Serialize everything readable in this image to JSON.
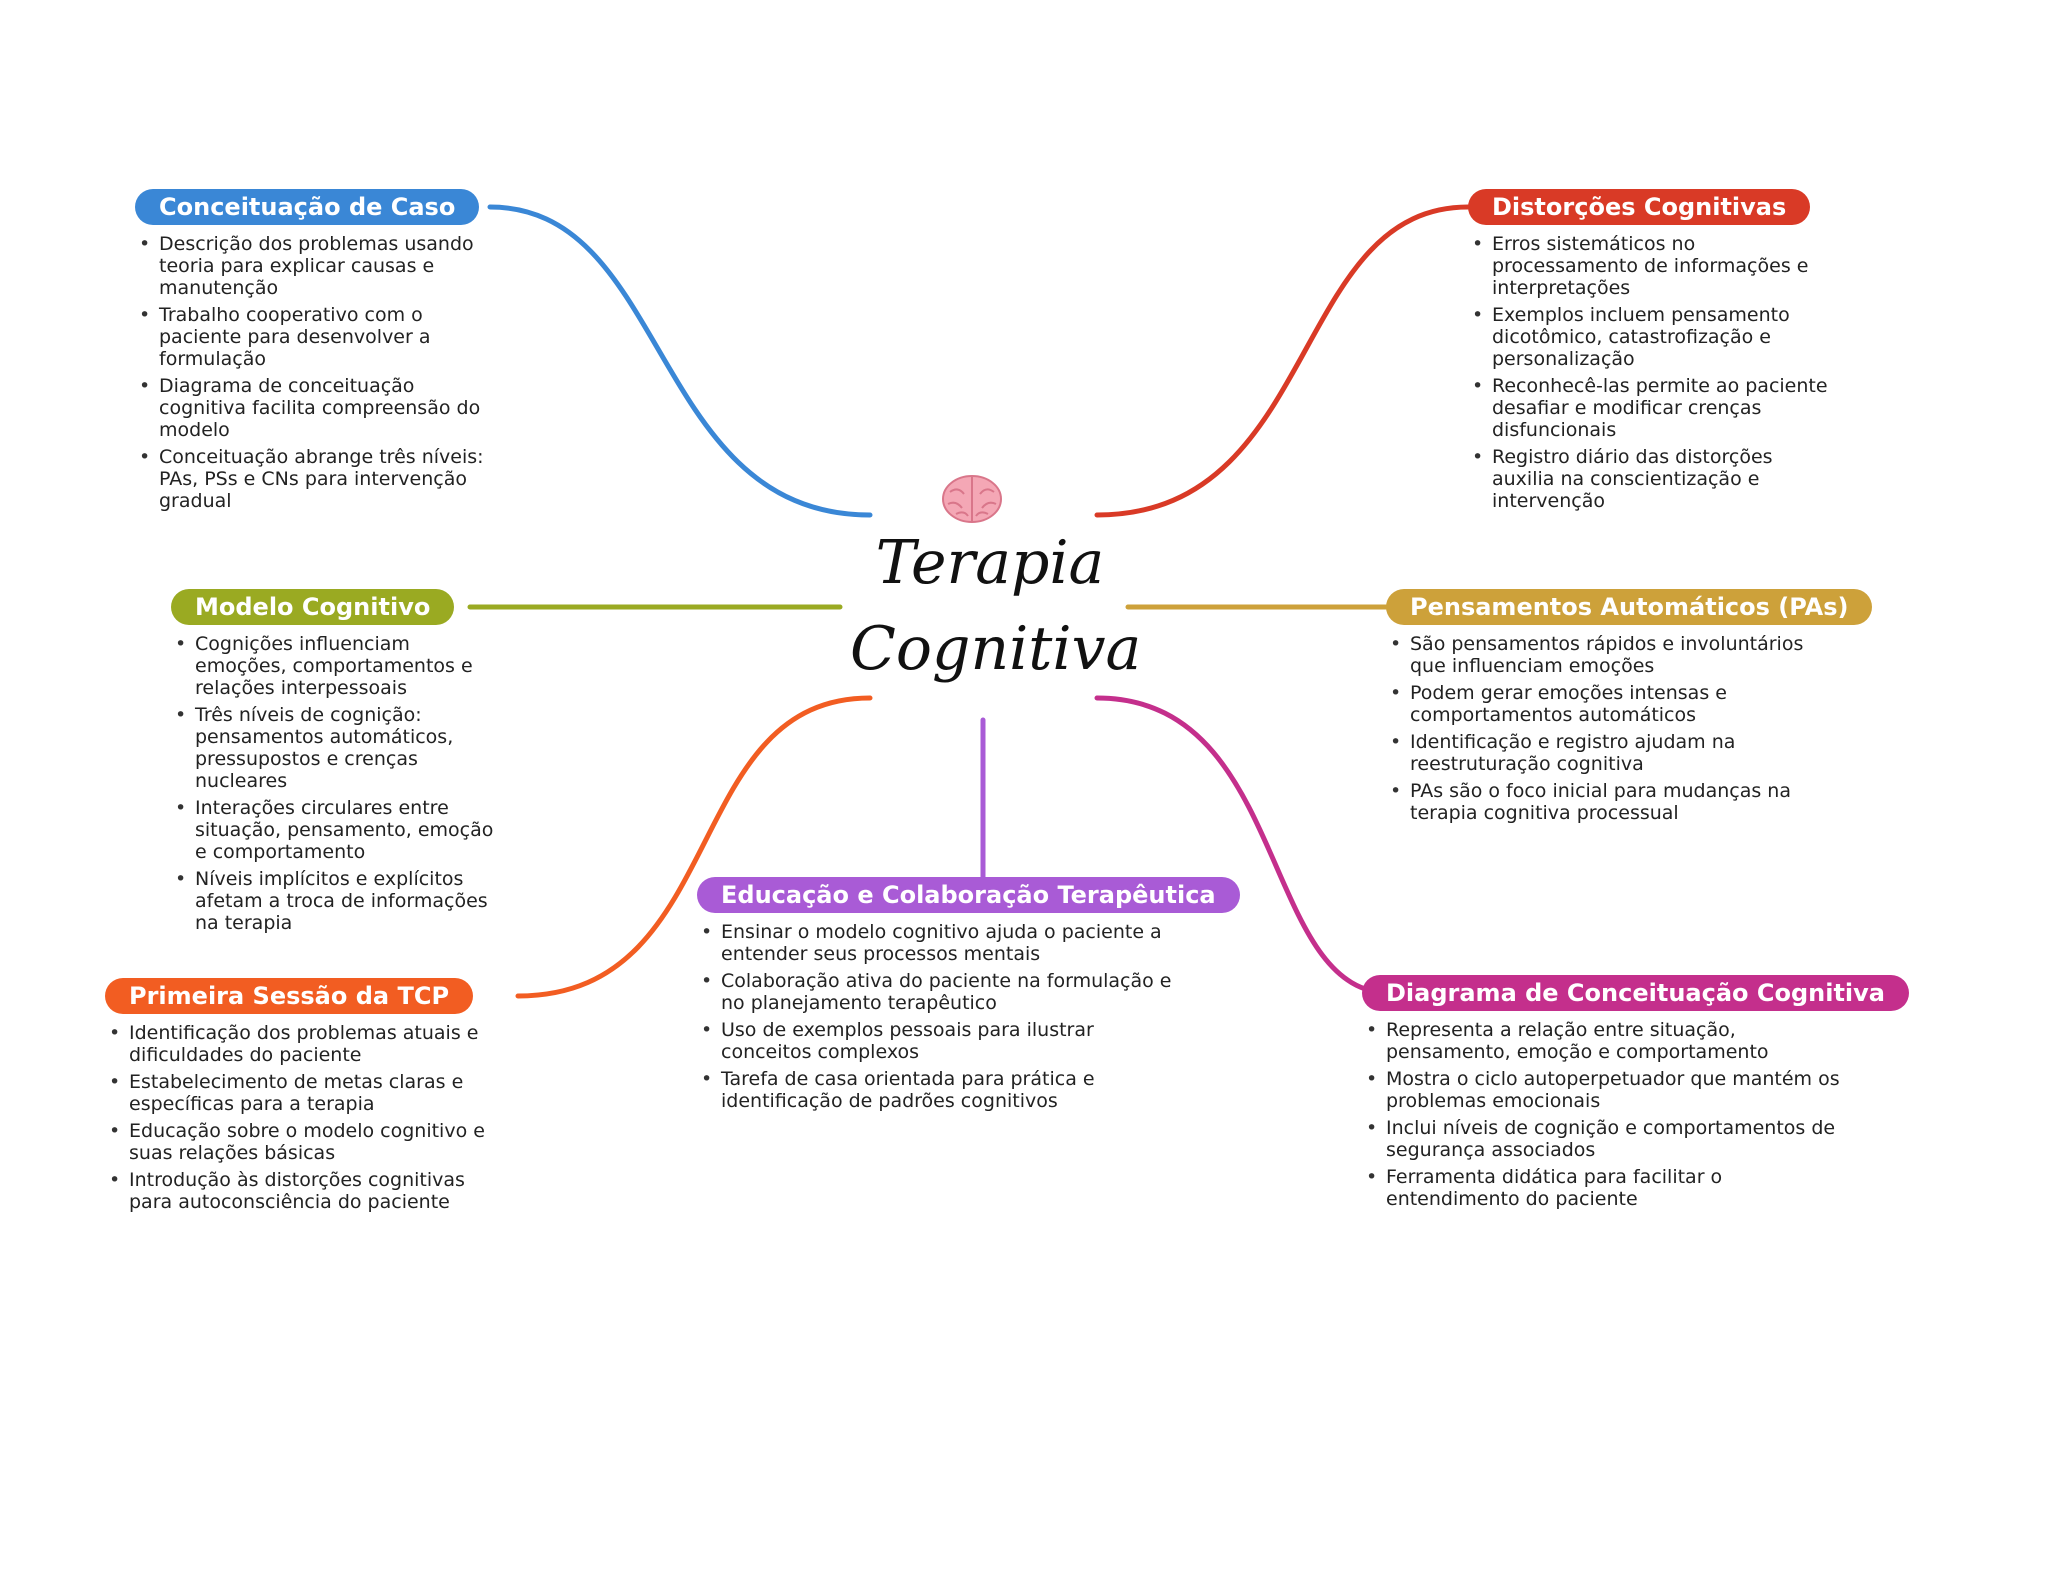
{
  "center": {
    "title_line1": "Terapia",
    "title_line2": "Cognitiva",
    "icon": "brain-icon"
  },
  "branches": [
    {
      "id": "conceituacao-de-caso",
      "title": "Conceituação de Caso",
      "color": "#3a87d6",
      "items": [
        "Descrição dos problemas usando teoria para explicar causas e manutenção",
        "Trabalho cooperativo com o paciente para desenvolver a formulação",
        "Diagrama de conceituação cognitiva facilita compreensão do modelo",
        "Conceituação abrange três níveis: PAs, PSs e CNs para intervenção gradual"
      ]
    },
    {
      "id": "distorcoes-cognitivas",
      "title": "Distorções Cognitivas",
      "color": "#d93a26",
      "items": [
        "Erros sistemáticos no processamento de informações e interpretações",
        "Exemplos incluem pensamento dicotômico, catastrofização e personalização",
        "Reconhecê-las permite ao paciente desafiar e modificar crenças disfuncionais",
        "Registro diário das distorções auxilia na conscientização e intervenção"
      ]
    },
    {
      "id": "modelo-cognitivo",
      "title": "Modelo Cognitivo",
      "color": "#9aaa22",
      "items": [
        "Cognições influenciam emoções, comportamentos e relações interpessoais",
        "Três níveis de cognição: pensamentos automáticos, pressupostos e crenças nucleares",
        "Interações circulares entre situação, pensamento, emoção e comportamento",
        "Níveis implícitos e explícitos afetam a troca de informações na terapia"
      ]
    },
    {
      "id": "pensamentos-automaticos",
      "title": "Pensamentos Automáticos (PAs)",
      "color": "#cda13a",
      "items": [
        "São pensamentos rápidos e involuntários que influenciam emoções",
        "Podem gerar emoções intensas e comportamentos automáticos",
        "Identificação e registro ajudam na reestruturação cognitiva",
        "PAs são o foco inicial para mudanças na terapia cognitiva processual"
      ]
    },
    {
      "id": "educacao-colaboracao",
      "title": "Educação e Colaboração Terapêutica",
      "color": "#a95bd6",
      "items": [
        "Ensinar o modelo cognitivo ajuda o paciente a entender seus processos mentais",
        "Colaboração ativa do paciente na formulação e no planejamento terapêutico",
        "Uso de exemplos pessoais para ilustrar conceitos complexos",
        "Tarefa de casa orientada para prática e identificação de padrões cognitivos"
      ]
    },
    {
      "id": "primeira-sessao",
      "title": "Primeira Sessão da TCP",
      "color": "#f25d22",
      "items": [
        "Identificação dos problemas atuais e dificuldades do paciente",
        "Estabelecimento de metas claras e específicas para a terapia",
        "Educação sobre o modelo cognitivo e suas relações básicas",
        "Introdução às distorções cognitivas para autoconsciência do paciente"
      ]
    },
    {
      "id": "diagrama-conceituacao",
      "title": "Diagrama de Conceituação Cognitiva",
      "color": "#c42f8c",
      "items": [
        "Representa a relação entre situação, pensamento, emoção e comportamento",
        "Mostra o ciclo autoperpetuador que mantém os problemas emocionais",
        "Inclui níveis de cognição e comportamentos de segurança associados",
        "Ferramenta didática para facilitar o entendimento do paciente"
      ]
    }
  ]
}
